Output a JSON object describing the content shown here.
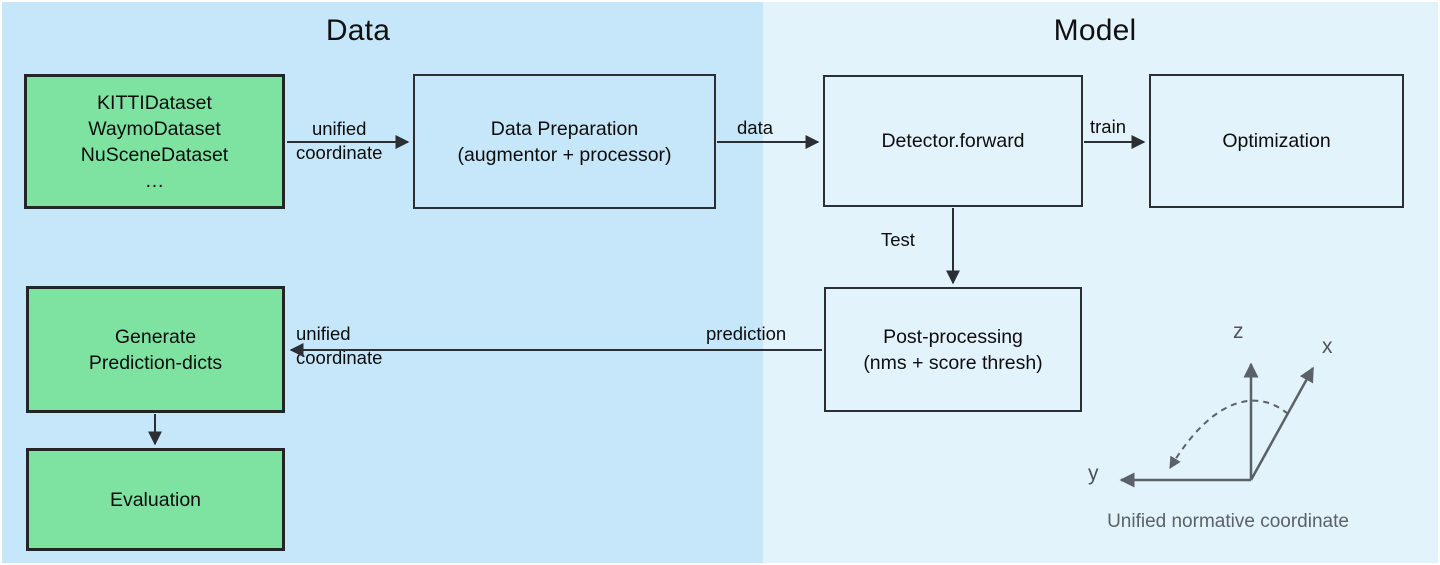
{
  "figure": {
    "background_left_color": "#c6e6fa",
    "background_right_color": "#e3f3fc",
    "node_green_color": "#7ee3a1",
    "stroke_color": "#2b2f33",
    "coordinate_stroke_color": "#5a6167"
  },
  "sections": {
    "data": {
      "title": "Data"
    },
    "model": {
      "title": "Model"
    }
  },
  "nodes": {
    "datasets": {
      "label": "KITTIDataset\nWaymoDataset\nNuSceneDataset\n…"
    },
    "data_preparation": {
      "label": "Data Preparation\n(augmentor + processor)"
    },
    "detector_forward": {
      "label": "Detector.forward"
    },
    "optimization": {
      "label": "Optimization"
    },
    "post_processing": {
      "label": "Post-processing\n(nms + score thresh)"
    },
    "generate_prediction_dicts": {
      "label": "Generate\nPrediction-dicts"
    },
    "evaluation": {
      "label": "Evaluation"
    }
  },
  "edges": {
    "datasets_to_prep": {
      "label": "unified\ncoordinate"
    },
    "prep_to_detector": {
      "label": "data"
    },
    "detector_to_optimization": {
      "label": "train"
    },
    "detector_to_post": {
      "label": "Test"
    },
    "post_to_generate_right": {
      "label": "prediction"
    },
    "post_to_generate_left": {
      "label": "unified\ncoordinate"
    }
  },
  "coordinate_system": {
    "axis_z": "z",
    "axis_x": "x",
    "axis_y": "y",
    "caption": "Unified normative coordinate"
  }
}
